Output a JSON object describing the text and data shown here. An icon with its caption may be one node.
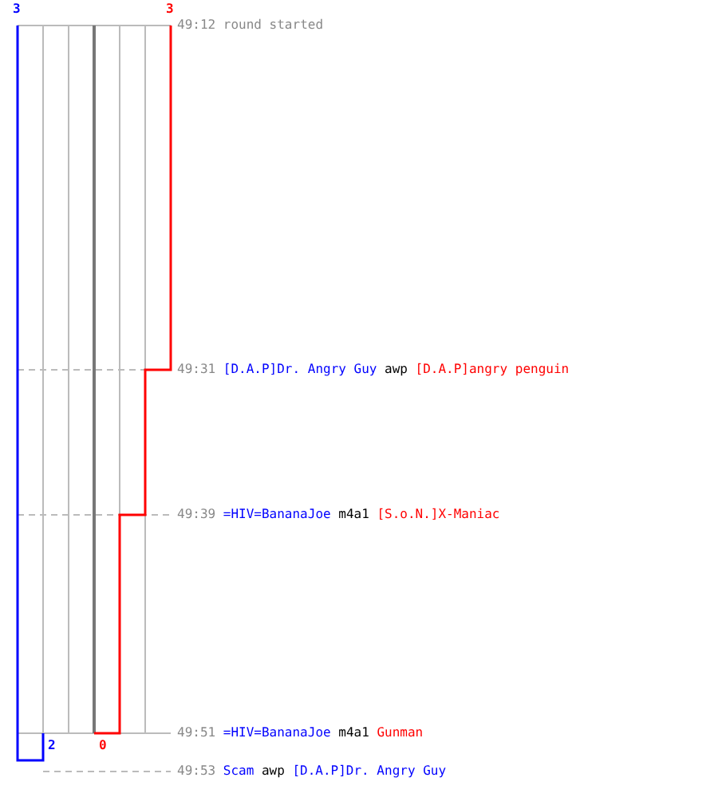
{
  "diagram": {
    "labels": [
      "3",
      "3",
      "49:12 round started",
      "49:31",
      "[D.A.P]Dr. Angry Guy",
      "awp",
      "[D.A.P]angry penguin",
      "49:39",
      "=HIV=BananaJoe",
      "m4a1",
      "[S.o.N.]X-Maniac",
      "49:51",
      "=HIV=BananaJoe",
      "m4a1",
      "Gunman",
      "2",
      "0",
      "49:53",
      "Scam",
      "awp",
      "[D.A.P]Dr. Angry Guy"
    ]
  }
}
